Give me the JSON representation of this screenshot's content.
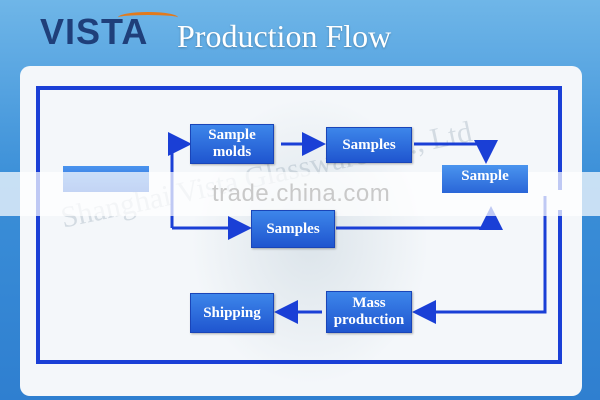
{
  "header": {
    "logo_text": "VISTA",
    "title": "Production Flow"
  },
  "watermark": {
    "text": "Shanghai Vista Glassware Co., Ltd"
  },
  "site_watermark": {
    "text": "trade.china.com"
  },
  "nodes": {
    "sample_molds": [
      "Sample",
      "molds"
    ],
    "samples_top": "Samples",
    "samples_mid": "Samples",
    "sample_right": "Sample",
    "shipping": "Shipping",
    "mass_production": [
      "Mass",
      "production"
    ]
  },
  "colors": {
    "box_fill": "#2f6ee0",
    "arrow": "#1a3fd6",
    "title": "#ffffff",
    "logo": "#1f3f7a",
    "logo_accent": "#e27a1c"
  }
}
